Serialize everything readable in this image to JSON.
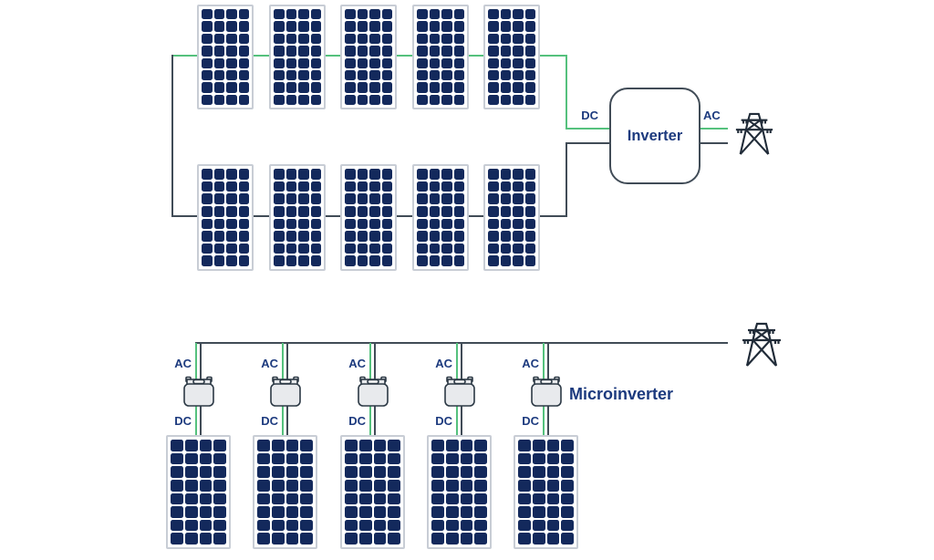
{
  "colors": {
    "panel_cell": "#13295c",
    "panel_frame": "#c8cdd5",
    "wire_green": "#55c17d",
    "wire_dark": "#414c57",
    "label_navy": "#1c3a7e",
    "icon_dark": "#212c39",
    "micro_fill": "#e8eaed",
    "micro_stroke": "#2c3945"
  },
  "panel": {
    "columns": 4,
    "rows": 8
  },
  "string_system": {
    "strings": 2,
    "panels_per_string": 5,
    "dc_label": "DC",
    "ac_label": "AC",
    "inverter_label": "Inverter"
  },
  "micro_system": {
    "label": "Microinverter",
    "units": [
      {
        "ac_label": "AC",
        "dc_label": "DC"
      },
      {
        "ac_label": "AC",
        "dc_label": "DC"
      },
      {
        "ac_label": "AC",
        "dc_label": "DC"
      },
      {
        "ac_label": "AC",
        "dc_label": "DC"
      },
      {
        "ac_label": "AC",
        "dc_label": "DC"
      }
    ]
  },
  "icons": {
    "grid": "transmission-tower-icon",
    "unit": "microinverter-icon"
  }
}
